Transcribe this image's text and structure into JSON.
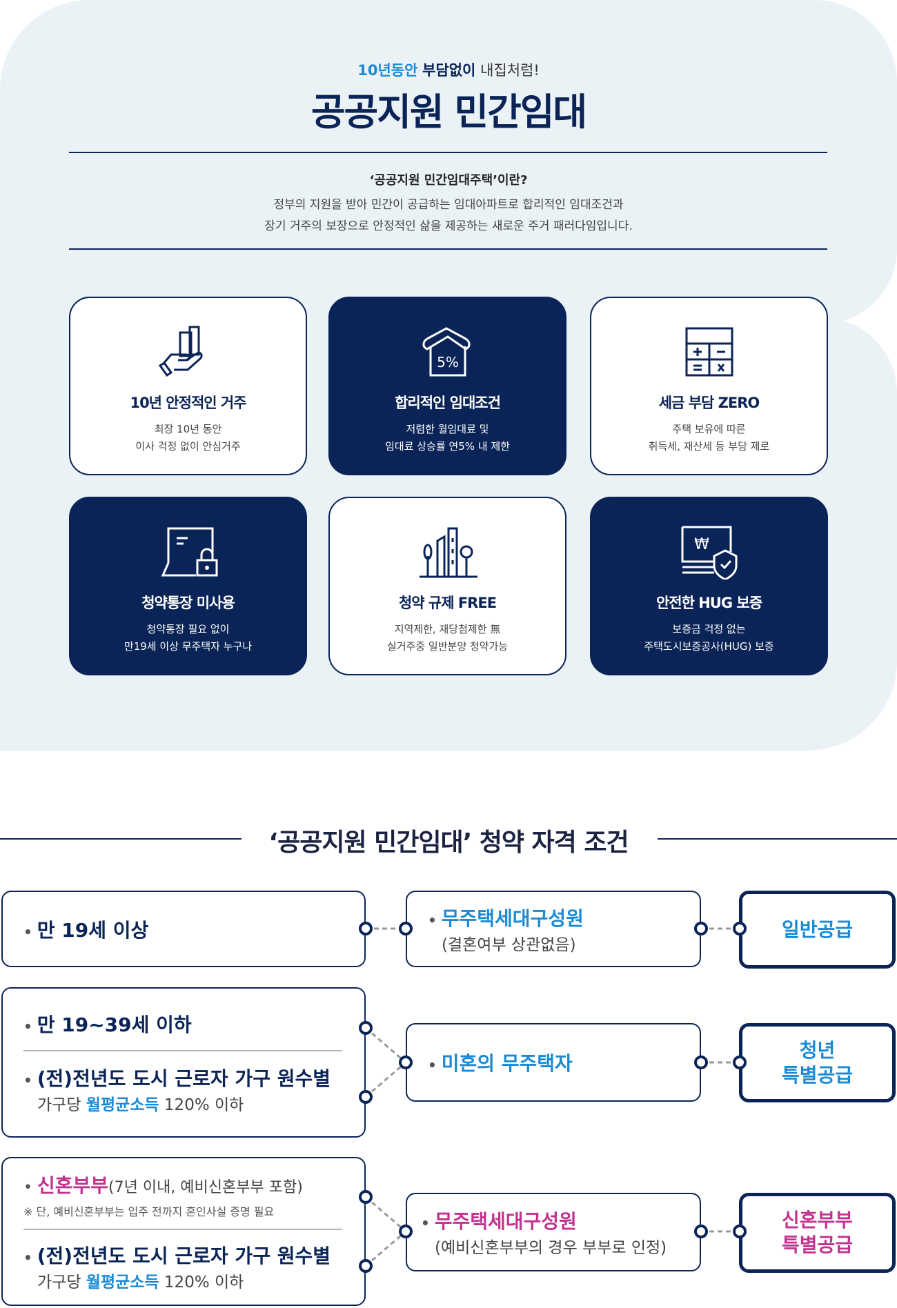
{
  "hero": {
    "sub_a": "10년동안",
    "sub_b": "부담없이",
    "sub_c": "내집처럼!",
    "title": "공공지원 민간임대",
    "question": "‘공공지원 민간임대주택’이란?",
    "desc1": "정부의 지원을 받아 민간이 공급하는 임대아파트로 합리적인 임대조건과",
    "desc2": "장기 거주의 보장으로 안정적인 삶을 제공하는 새로운 주거 패러다임입니다."
  },
  "cards": [
    {
      "icon": "hand-buildings-icon",
      "title": "10년 안정적인 거주",
      "l1": "최장 10년 동안",
      "l2": "이사 걱정 없이 안심거주"
    },
    {
      "icon": "house-percent-icon",
      "title": "합리적인 임대조건",
      "l1": "저렴한 월임대료 및",
      "l2": "임대료 상승률 연5% 내 제한",
      "badge": "5%"
    },
    {
      "icon": "calculator-icon",
      "title": "세금 부담 ZERO",
      "l1": "주택 보유에 따른",
      "l2": "취득세, 재산세 등 부담 제로"
    },
    {
      "icon": "laptop-lock-icon",
      "title": "청약통장 미사용",
      "l1": "청약통장 필요 없이",
      "l2": "만19세 이상 무주택자 누구나"
    },
    {
      "icon": "city-buildings-icon",
      "title": "청약 규제 FREE",
      "l1": "지역제한, 재당첨제한 無",
      "l2": "실거주중 일반분양 청약가능"
    },
    {
      "icon": "money-shield-icon",
      "title": "안전한 HUG 보증",
      "l1": "보증금 걱정 없는",
      "l2": "주택도시보증공사(HUG) 보증",
      "badge": "₩"
    }
  ],
  "eligibility": {
    "title": "‘공공지원 민간임대’ 청약 자격 조건",
    "row1": {
      "cond": "만 19세 이상",
      "mid": "무주택세대구성원",
      "mid_sub": "(결혼여부 상관없음)",
      "result": "일반공급"
    },
    "row2": {
      "cond1": "만 19~39세 이하",
      "cond2": "(전)전년도 도시 근로자 가구 원수별",
      "inc_a": "가구당",
      "inc_b": "월평균소득",
      "inc_c": "120% 이하",
      "mid": "미혼의 무주택자",
      "result1": "청년",
      "result2": "특별공급"
    },
    "row3": {
      "cond1a": "신혼부부",
      "cond1b": "(7년 이내, 예비신혼부부 포함)",
      "note": "※ 단, 예비신혼부부는 입주 전까지 혼인사실 증명 필요",
      "cond2": "(전)전년도 도시 근로자 가구 원수별",
      "inc_a": "가구당",
      "inc_b": "월평균소득",
      "inc_c": "120% 이하",
      "mid": "무주택세대구성원",
      "mid_sub": "(예비신혼부부의 경우 부부로 인정)",
      "result1": "신혼부부",
      "result2": "특별공급"
    }
  },
  "colors": {
    "navy": "#0b2457",
    "blue": "#1a8ad4",
    "magenta": "#c2338f",
    "panel": "#eaf2f6"
  }
}
